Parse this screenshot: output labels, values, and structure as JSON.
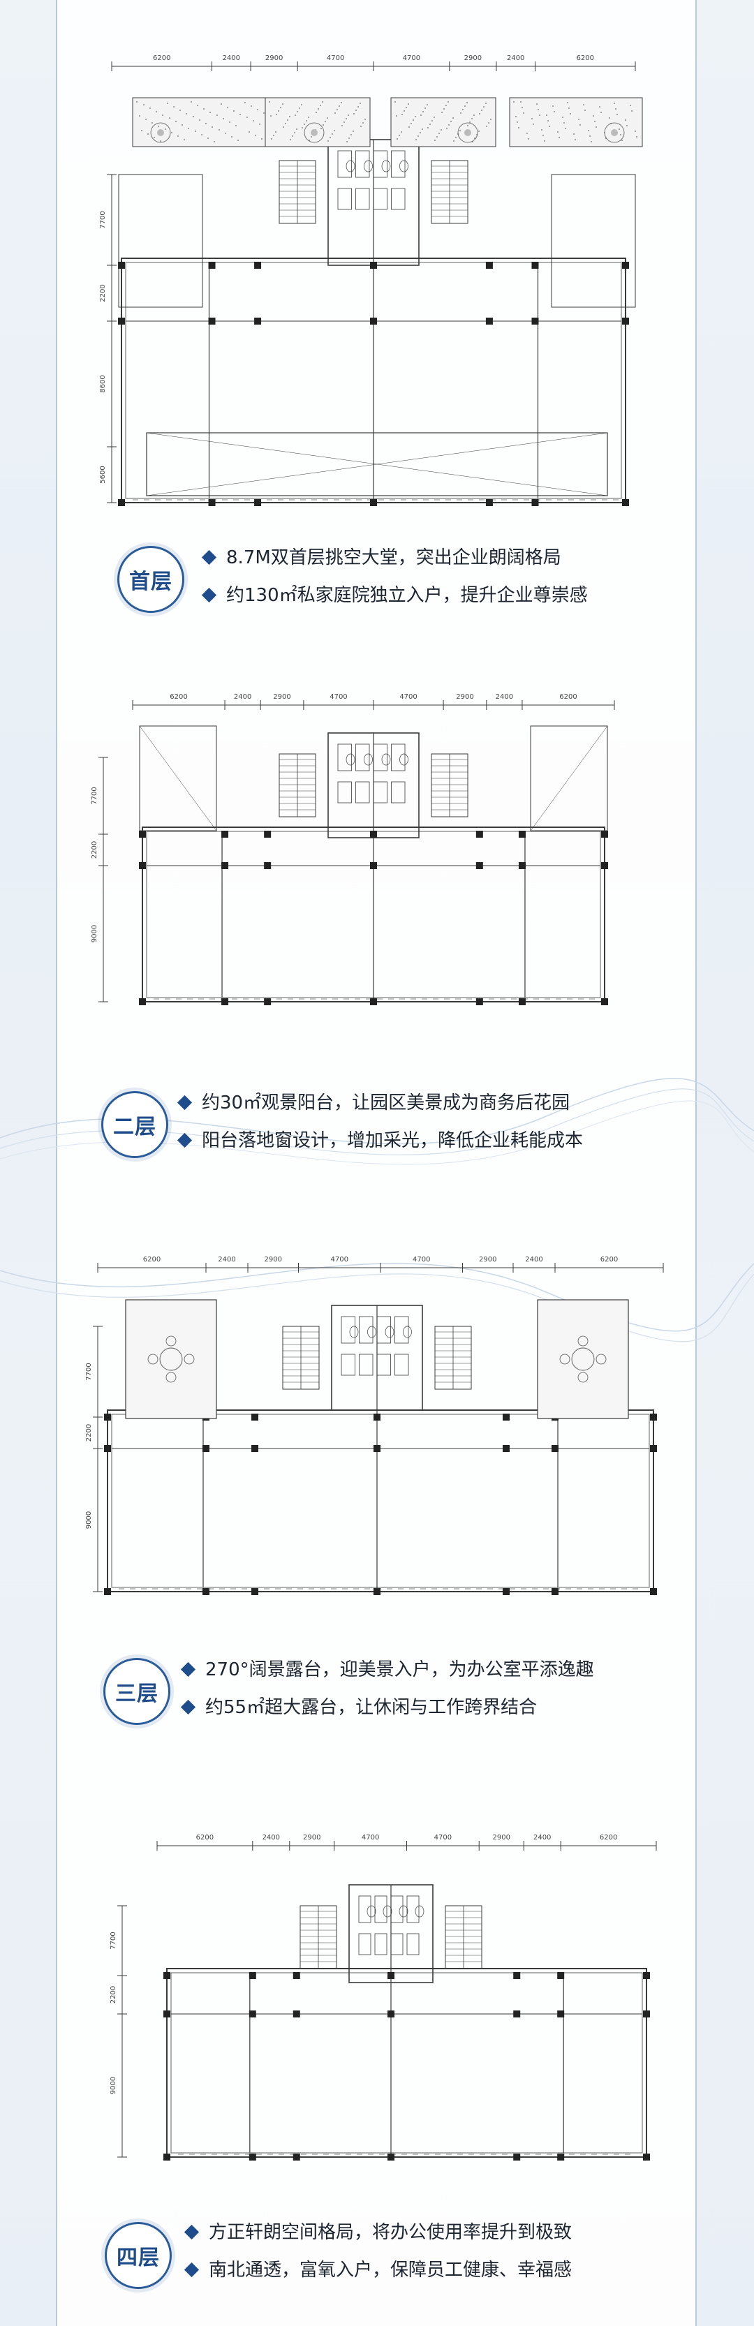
{
  "floors": [
    {
      "id": "f1",
      "label": "首层",
      "dims_top": [
        "6200",
        "2400",
        "2900",
        "4700",
        "4700",
        "2900",
        "2400",
        "6200"
      ],
      "dims_left": [
        "7700",
        "2200",
        "8600",
        "5600"
      ],
      "bullets": [
        "8.7M双首层挑空大堂，突出企业朗阔格局",
        "约130㎡私家庭院独立入户，提升企业尊崇感"
      ]
    },
    {
      "id": "f2",
      "label": "二层",
      "dims_top": [
        "6200",
        "2400",
        "2900",
        "4700",
        "4700",
        "2900",
        "2400",
        "6200"
      ],
      "dims_left": [
        "7700",
        "2200",
        "9000"
      ],
      "bullets": [
        "约30㎡观景阳台，让园区美景成为商务后花园",
        "阳台落地窗设计，增加采光，降低企业耗能成本"
      ]
    },
    {
      "id": "f3",
      "label": "三层",
      "dims_top": [
        "6200",
        "2400",
        "2900",
        "4700",
        "4700",
        "2900",
        "2400",
        "6200"
      ],
      "dims_left": [
        "7700",
        "2200",
        "9000"
      ],
      "bullets": [
        "270°阔景露台，迎美景入户，为办公室平添逸趣",
        "约55㎡超大露台，让休闲与工作跨界结合"
      ]
    },
    {
      "id": "f4",
      "label": "四层",
      "dims_top": [
        "6200",
        "2400",
        "2900",
        "4700",
        "4700",
        "2900",
        "2400",
        "6200"
      ],
      "dims_left": [
        "7700",
        "2200",
        "9000"
      ],
      "bullets": [
        "方正轩朗空间格局，将办公使用率提升到极致",
        "南北通透，富氧入户，保障员工健康、幸福感"
      ]
    }
  ],
  "colors": {
    "accent": "#1f4d8c",
    "line": "#3a3a3a",
    "frame": "#b8c9dc"
  }
}
